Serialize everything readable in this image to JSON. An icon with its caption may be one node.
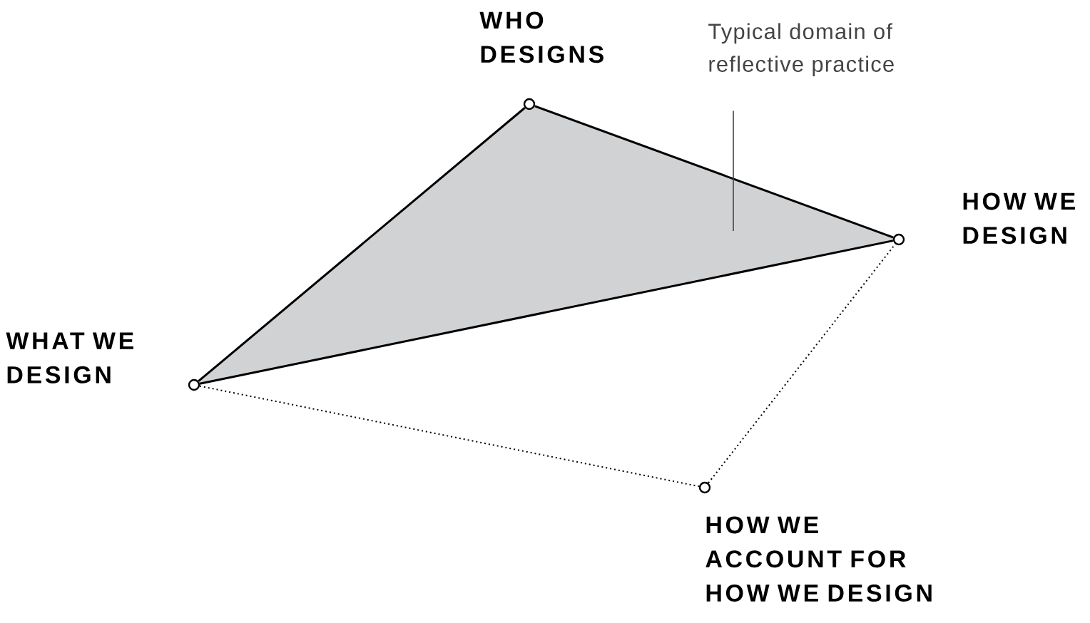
{
  "diagram": {
    "nodes": [
      {
        "text": [
          "WHO DESIGNS"
        ]
      },
      {
        "text": [
          "HOW WE DESIGN"
        ]
      },
      {
        "text": [
          "WHAT WE DESIGN"
        ]
      },
      {
        "text": [
          "HOW WE ACCOUNT FOR HOW WE DESIGN"
        ]
      },
      {
        "text": [
          "Typical domain of reflective practice"
        ]
      },
      {
        "text": [],
        "shape": "triangle"
      }
    ],
    "edges": [
      {
        "from": 0,
        "to": 1,
        "arrow": "none"
      },
      {
        "from": 0,
        "to": 2,
        "arrow": "none"
      },
      {
        "from": 2,
        "to": 1,
        "arrow": "none"
      },
      {
        "from": 2,
        "to": 3,
        "arrow": "none",
        "style": "dashed"
      },
      {
        "from": 3,
        "to": 1,
        "arrow": "none",
        "style": "dashed"
      },
      {
        "from": 4,
        "to": 5,
        "arrow": "none"
      }
    ]
  }
}
